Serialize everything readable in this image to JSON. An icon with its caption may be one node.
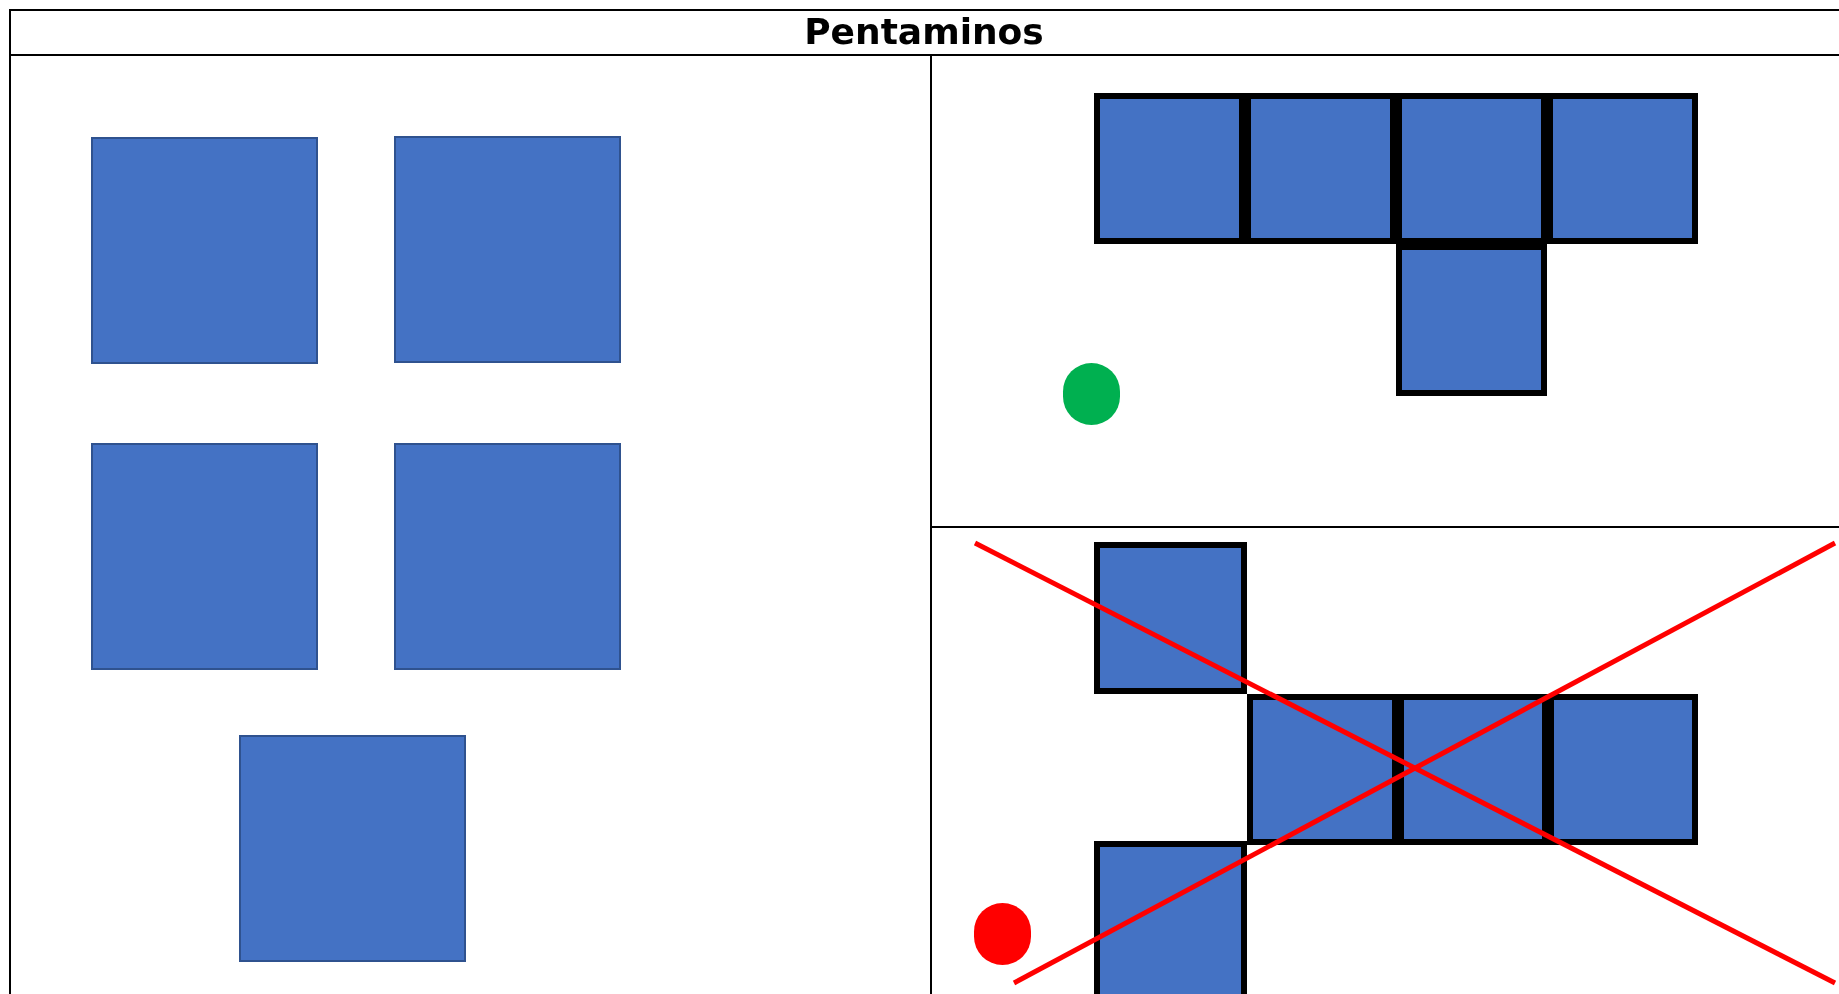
{
  "diagram": {
    "title": "Pentaminos",
    "nodes": [
      {
        "text": [],
        "shape": "box"
      },
      {
        "text": [],
        "shape": "box"
      },
      {
        "text": [],
        "shape": "box"
      },
      {
        "text": [],
        "shape": "box"
      },
      {
        "text": [],
        "shape": "box"
      },
      {
        "text": [],
        "shape": "box"
      },
      {
        "text": [],
        "shape": "box"
      },
      {
        "text": [],
        "shape": "box"
      },
      {
        "text": [],
        "shape": "box"
      },
      {
        "text": [],
        "shape": "box"
      },
      {
        "text": [],
        "shape": "circle"
      },
      {
        "text": [],
        "shape": "box"
      },
      {
        "text": [],
        "shape": "box"
      },
      {
        "text": [],
        "shape": "box"
      },
      {
        "text": [],
        "shape": "box"
      },
      {
        "text": [],
        "shape": "box"
      },
      {
        "text": [],
        "shape": "circle"
      }
    ]
  }
}
